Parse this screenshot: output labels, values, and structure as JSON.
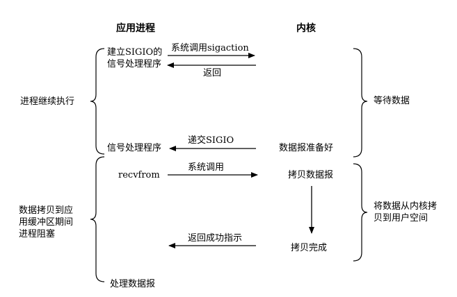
{
  "headers": {
    "app": "应用进程",
    "kernel": "内核"
  },
  "app_column": {
    "create_handler_line1": "建立SIGIO的",
    "create_handler_line2": "信号处理程序",
    "signal_handler": "信号处理程序",
    "recvfrom": "recvfrom",
    "process_datagram": "处理数据报"
  },
  "arrows": {
    "sigaction_call": "系统调用sigaction",
    "return": "返回",
    "deliver_sigio": "递交SIGIO",
    "system_call": "系统调用",
    "return_success": "返回成功指示"
  },
  "kernel_column": {
    "datagram_ready": "数据报准备好",
    "copy_datagram": "拷贝数据报",
    "copy_complete": "拷贝完成"
  },
  "left_phases": {
    "continue_line1": "进程继续执行",
    "blocked_line1": "数据拷贝到应",
    "blocked_line2": "用缓冲区期间",
    "blocked_line3": "进程阻塞"
  },
  "right_phases": {
    "wait_data": "等待数据",
    "copy_line1": "将数据从内核拷",
    "copy_line2": "贝到用户空间"
  }
}
